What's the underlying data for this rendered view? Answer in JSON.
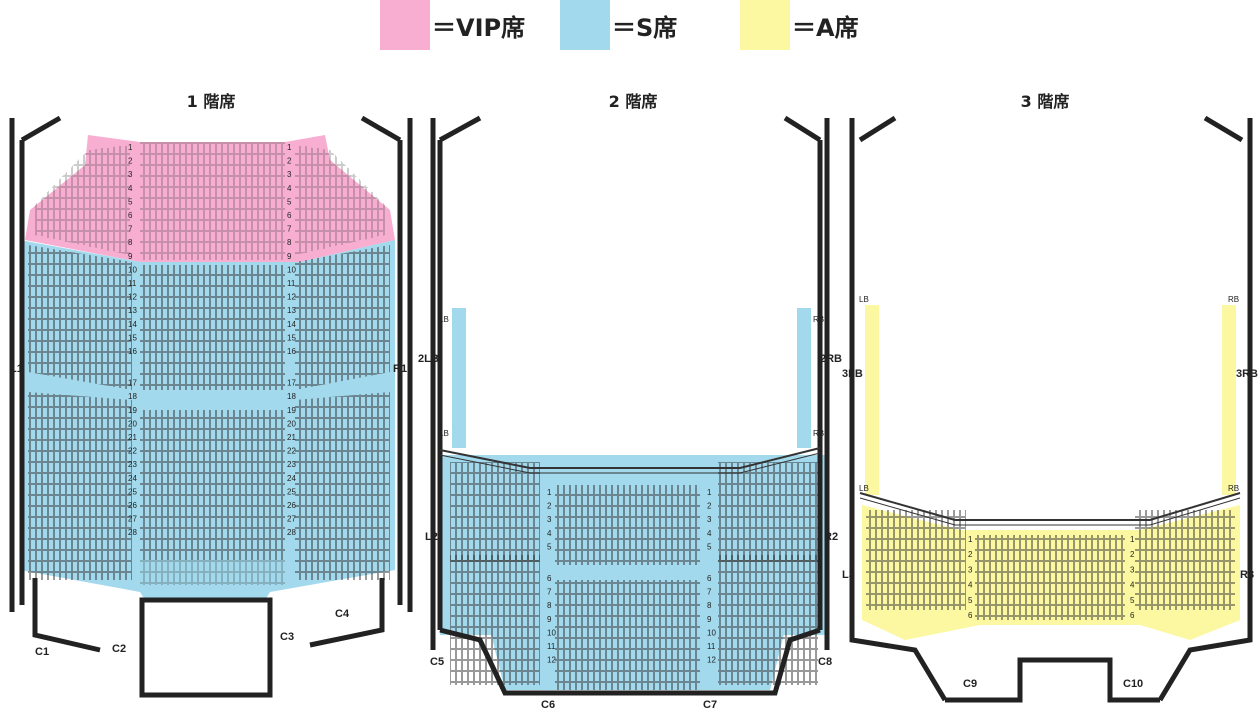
{
  "legend": [
    {
      "label": "＝VIP席",
      "color": "#f8aed1"
    },
    {
      "label": "＝S席",
      "color": "#a2d9ec"
    },
    {
      "label": "＝A席",
      "color": "#fbf8a1"
    }
  ],
  "floors": [
    {
      "title": "1 階席",
      "entrances": [
        "L1",
        "R1",
        "C1",
        "C2",
        "C3",
        "C4"
      ]
    },
    {
      "title": "2 階席",
      "entrances": [
        "2LB",
        "2RB",
        "L2",
        "R2",
        "C5",
        "C6",
        "C7",
        "C8"
      ],
      "box_labels": [
        "LB",
        "LB",
        "RB",
        "RB"
      ]
    },
    {
      "title": "3 階席",
      "entrances": [
        "3LB",
        "3RB",
        "L3",
        "R3",
        "C9",
        "C10"
      ],
      "box_labels": [
        "LB",
        "LB",
        "RB",
        "RB"
      ]
    }
  ],
  "floor1_rows": [
    "1",
    "2",
    "3",
    "4",
    "5",
    "6",
    "7",
    "8",
    "9",
    "10",
    "11",
    "12",
    "13",
    "14",
    "15",
    "16",
    "17",
    "18",
    "19",
    "20",
    "21",
    "22",
    "23",
    "24",
    "25",
    "26",
    "27",
    "28"
  ],
  "floor2_rows": [
    "1",
    "2",
    "3",
    "4",
    "5",
    "6",
    "7",
    "8",
    "9",
    "10",
    "11",
    "12"
  ],
  "floor3_rows": [
    "1",
    "2",
    "3",
    "4",
    "5",
    "6"
  ],
  "colors": {
    "vip": "#f8aed1",
    "s": "#a2d9ec",
    "a": "#fbf8a1",
    "wall": "#222222"
  }
}
